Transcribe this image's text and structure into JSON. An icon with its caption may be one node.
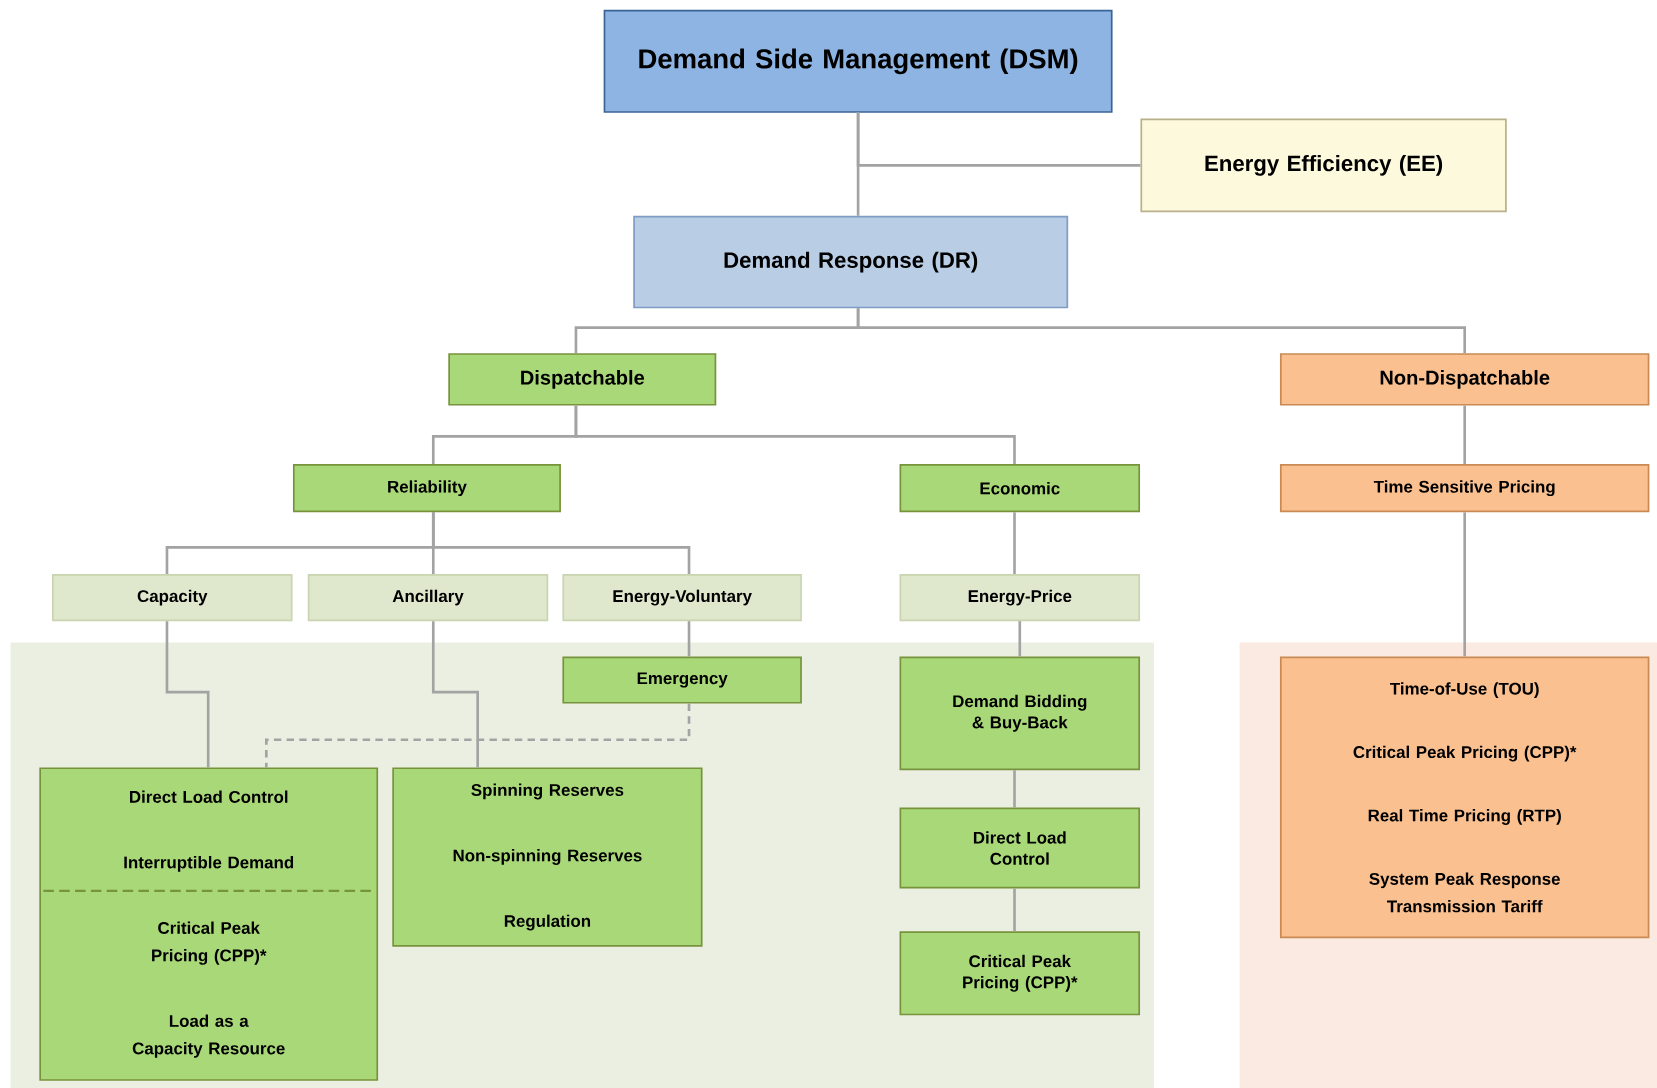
{
  "diagram": {
    "nodes": [
      {
        "text": [
          "Demand Side Management (DSM)"
        ]
      },
      {
        "text": [
          "Energy Efficiency (EE)"
        ]
      },
      {
        "text": [
          "Demand Response (DR)"
        ]
      },
      {
        "text": [
          "Dispatchable"
        ]
      },
      {
        "text": [
          "Non-Dispatchable"
        ]
      },
      {
        "text": [
          "Reliability"
        ]
      },
      {
        "text": [
          "Economic"
        ]
      },
      {
        "text": [
          "Time Sensitive Pricing"
        ]
      },
      {
        "text": [
          "Capacity"
        ]
      },
      {
        "text": [
          "Ancillary"
        ]
      },
      {
        "text": [
          "Energy-Voluntary"
        ]
      },
      {
        "text": [
          "Energy-Price"
        ]
      },
      {
        "text": [
          "Emergency"
        ]
      },
      {
        "text": [
          "Demand Bidding & Buy-Back"
        ]
      },
      {
        "text": [
          "Direct Load Control",
          "Interruptible Demand",
          "Critical Peak Pricing (CPP)*",
          "Load as a Capacity Resource"
        ]
      },
      {
        "text": [
          "Spinning Reserves",
          "Non-spinning Reserves",
          "Regulation"
        ]
      },
      {
        "text": [
          "Direct Load Control"
        ]
      },
      {
        "text": [
          "Critical Peak Pricing (CPP)*"
        ]
      },
      {
        "text": [
          "Time-of-Use (TOU)",
          "Critical Peak Pricing (CPP)*",
          "Real Time Pricing (RTP)",
          "System Peak Response Transmission Tariff"
        ]
      }
    ],
    "edges": [
      {
        "from": 0,
        "to": 1,
        "arrow": "none"
      },
      {
        "from": 0,
        "to": 2,
        "arrow": "none"
      },
      {
        "from": 2,
        "to": 3,
        "arrow": "none"
      },
      {
        "from": 2,
        "to": 4,
        "arrow": "none"
      },
      {
        "from": 3,
        "to": 5,
        "arrow": "none"
      },
      {
        "from": 3,
        "to": 6,
        "arrow": "none"
      },
      {
        "from": 4,
        "to": 7,
        "arrow": "none"
      },
      {
        "from": 5,
        "to": 8,
        "arrow": "none"
      },
      {
        "from": 5,
        "to": 9,
        "arrow": "none"
      },
      {
        "from": 5,
        "to": 10,
        "arrow": "none"
      },
      {
        "from": 6,
        "to": 11,
        "arrow": "none"
      },
      {
        "from": 7,
        "to": 18,
        "arrow": "none"
      },
      {
        "from": 8,
        "to": 14,
        "arrow": "none"
      },
      {
        "from": 9,
        "to": 15,
        "arrow": "none"
      },
      {
        "from": 10,
        "to": 12,
        "arrow": "none"
      },
      {
        "from": 11,
        "to": 13,
        "arrow": "none"
      },
      {
        "from": 13,
        "to": 16,
        "arrow": "none"
      },
      {
        "from": 16,
        "to": 17,
        "arrow": "none"
      },
      {
        "from": 12,
        "to": 14,
        "arrow": "none",
        "style": "dashed"
      }
    ]
  }
}
